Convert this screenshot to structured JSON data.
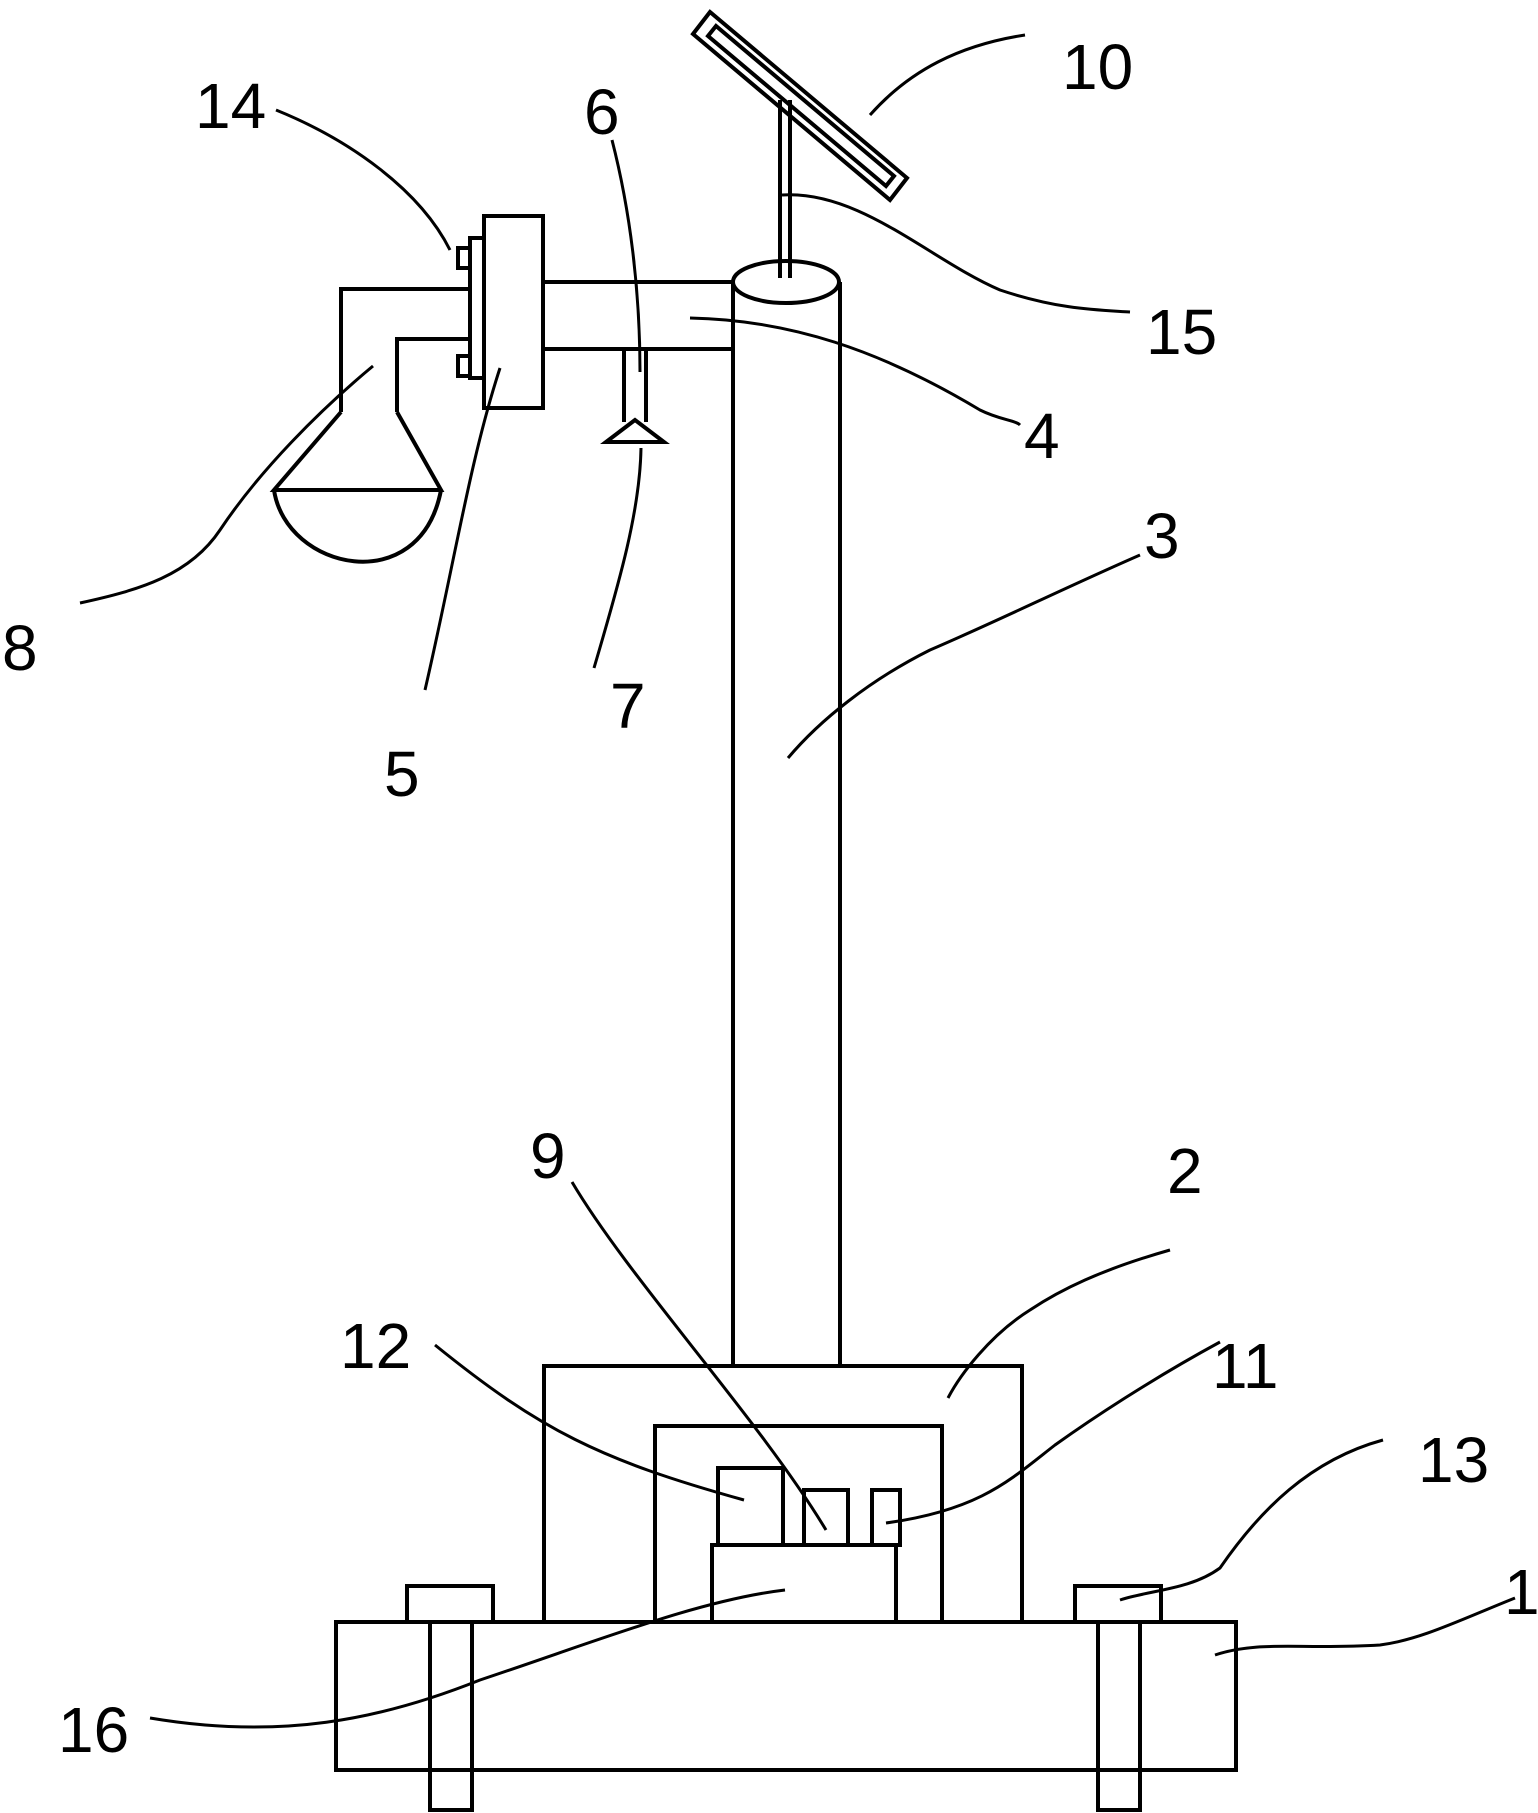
{
  "figure": {
    "labels": {
      "n1": "1",
      "n2": "2",
      "n3": "3",
      "n4": "4",
      "n5": "5",
      "n6": "6",
      "n7": "7",
      "n8": "8",
      "n9": "9",
      "n10": "10",
      "n11": "11",
      "n12": "12",
      "n13": "13",
      "n14": "14",
      "n15": "15",
      "n16": "16"
    },
    "colors": {
      "ink": "#000000",
      "background": "#ffffff"
    }
  }
}
